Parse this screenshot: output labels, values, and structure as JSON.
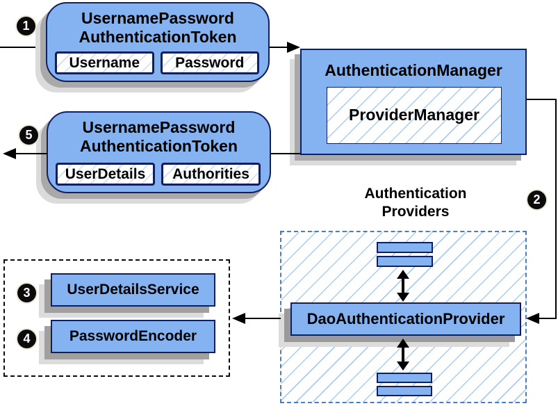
{
  "badges": [
    "1",
    "2",
    "3",
    "4",
    "5"
  ],
  "token_request": {
    "title1": "UsernamePassword",
    "title2": "AuthenticationToken",
    "field1": "Username",
    "field2": "Password"
  },
  "token_response": {
    "title1": "UsernamePassword",
    "title2": "AuthenticationToken",
    "field1": "UserDetails",
    "field2": "Authorities"
  },
  "authentication_manager": {
    "title": "AuthenticationManager",
    "provider_manager": "ProviderManager"
  },
  "authentication_providers": {
    "label1": "Authentication",
    "label2": "Providers",
    "dao_provider": "DaoAuthenticationProvider"
  },
  "collaborators": {
    "user_details_service": "UserDetailsService",
    "password_encoder": "PasswordEncoder"
  },
  "colors": {
    "box_fill": "#85b2f0",
    "box_border": "#101f5e",
    "hatch_line": "#a8ccf6",
    "providers_dash": "#4a7cc0",
    "shadow_dark": "#a9a9a9",
    "shadow_light": "#dbdbdb",
    "connector": "#000000"
  }
}
